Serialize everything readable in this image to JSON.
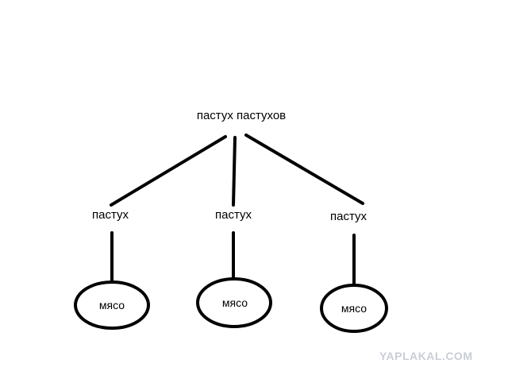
{
  "root": {
    "label": "пастух пастухов"
  },
  "shepherds": [
    {
      "label": "пастух",
      "meat": "мясо"
    },
    {
      "label": "пастух",
      "meat": "мясо"
    },
    {
      "label": "пастух",
      "meat": "мясо"
    }
  ],
  "watermark": "YAPLAKAL.COM",
  "colors": {
    "line": "#000000",
    "text": "#000000",
    "watermark": "#c9ced6"
  }
}
